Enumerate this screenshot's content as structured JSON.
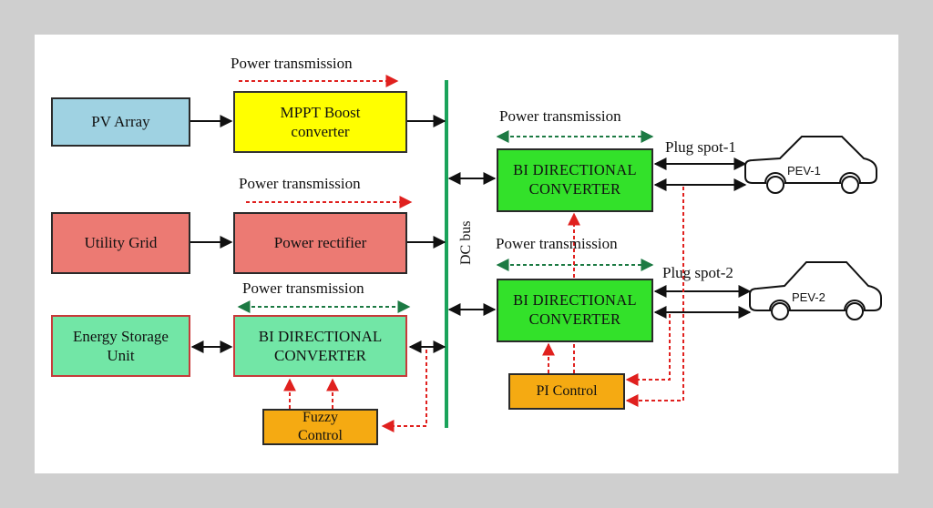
{
  "diagram": {
    "blocks": {
      "pv_array": "PV Array",
      "mppt": "MPPT Boost converter",
      "utility_grid": "Utility Grid",
      "rectifier": "Power rectifier",
      "energy_storage": "Energy Storage Unit",
      "bidir_storage": "BI DIRECTIONAL CONVERTER",
      "fuzzy_control": "Fuzzy Control",
      "bidir_1": "BI DIRECTIONAL CONVERTER",
      "bidir_2": "BI DIRECTIONAL CONVERTER",
      "pi_control": "PI Control"
    },
    "labels": {
      "power_transmission": "Power transmission",
      "dc_bus": "DC bus",
      "plug_spot_1": "Plug spot-1",
      "plug_spot_2": "Plug spot-2",
      "pev_1": "PEV-1",
      "pev_2": "PEV-2"
    }
  }
}
